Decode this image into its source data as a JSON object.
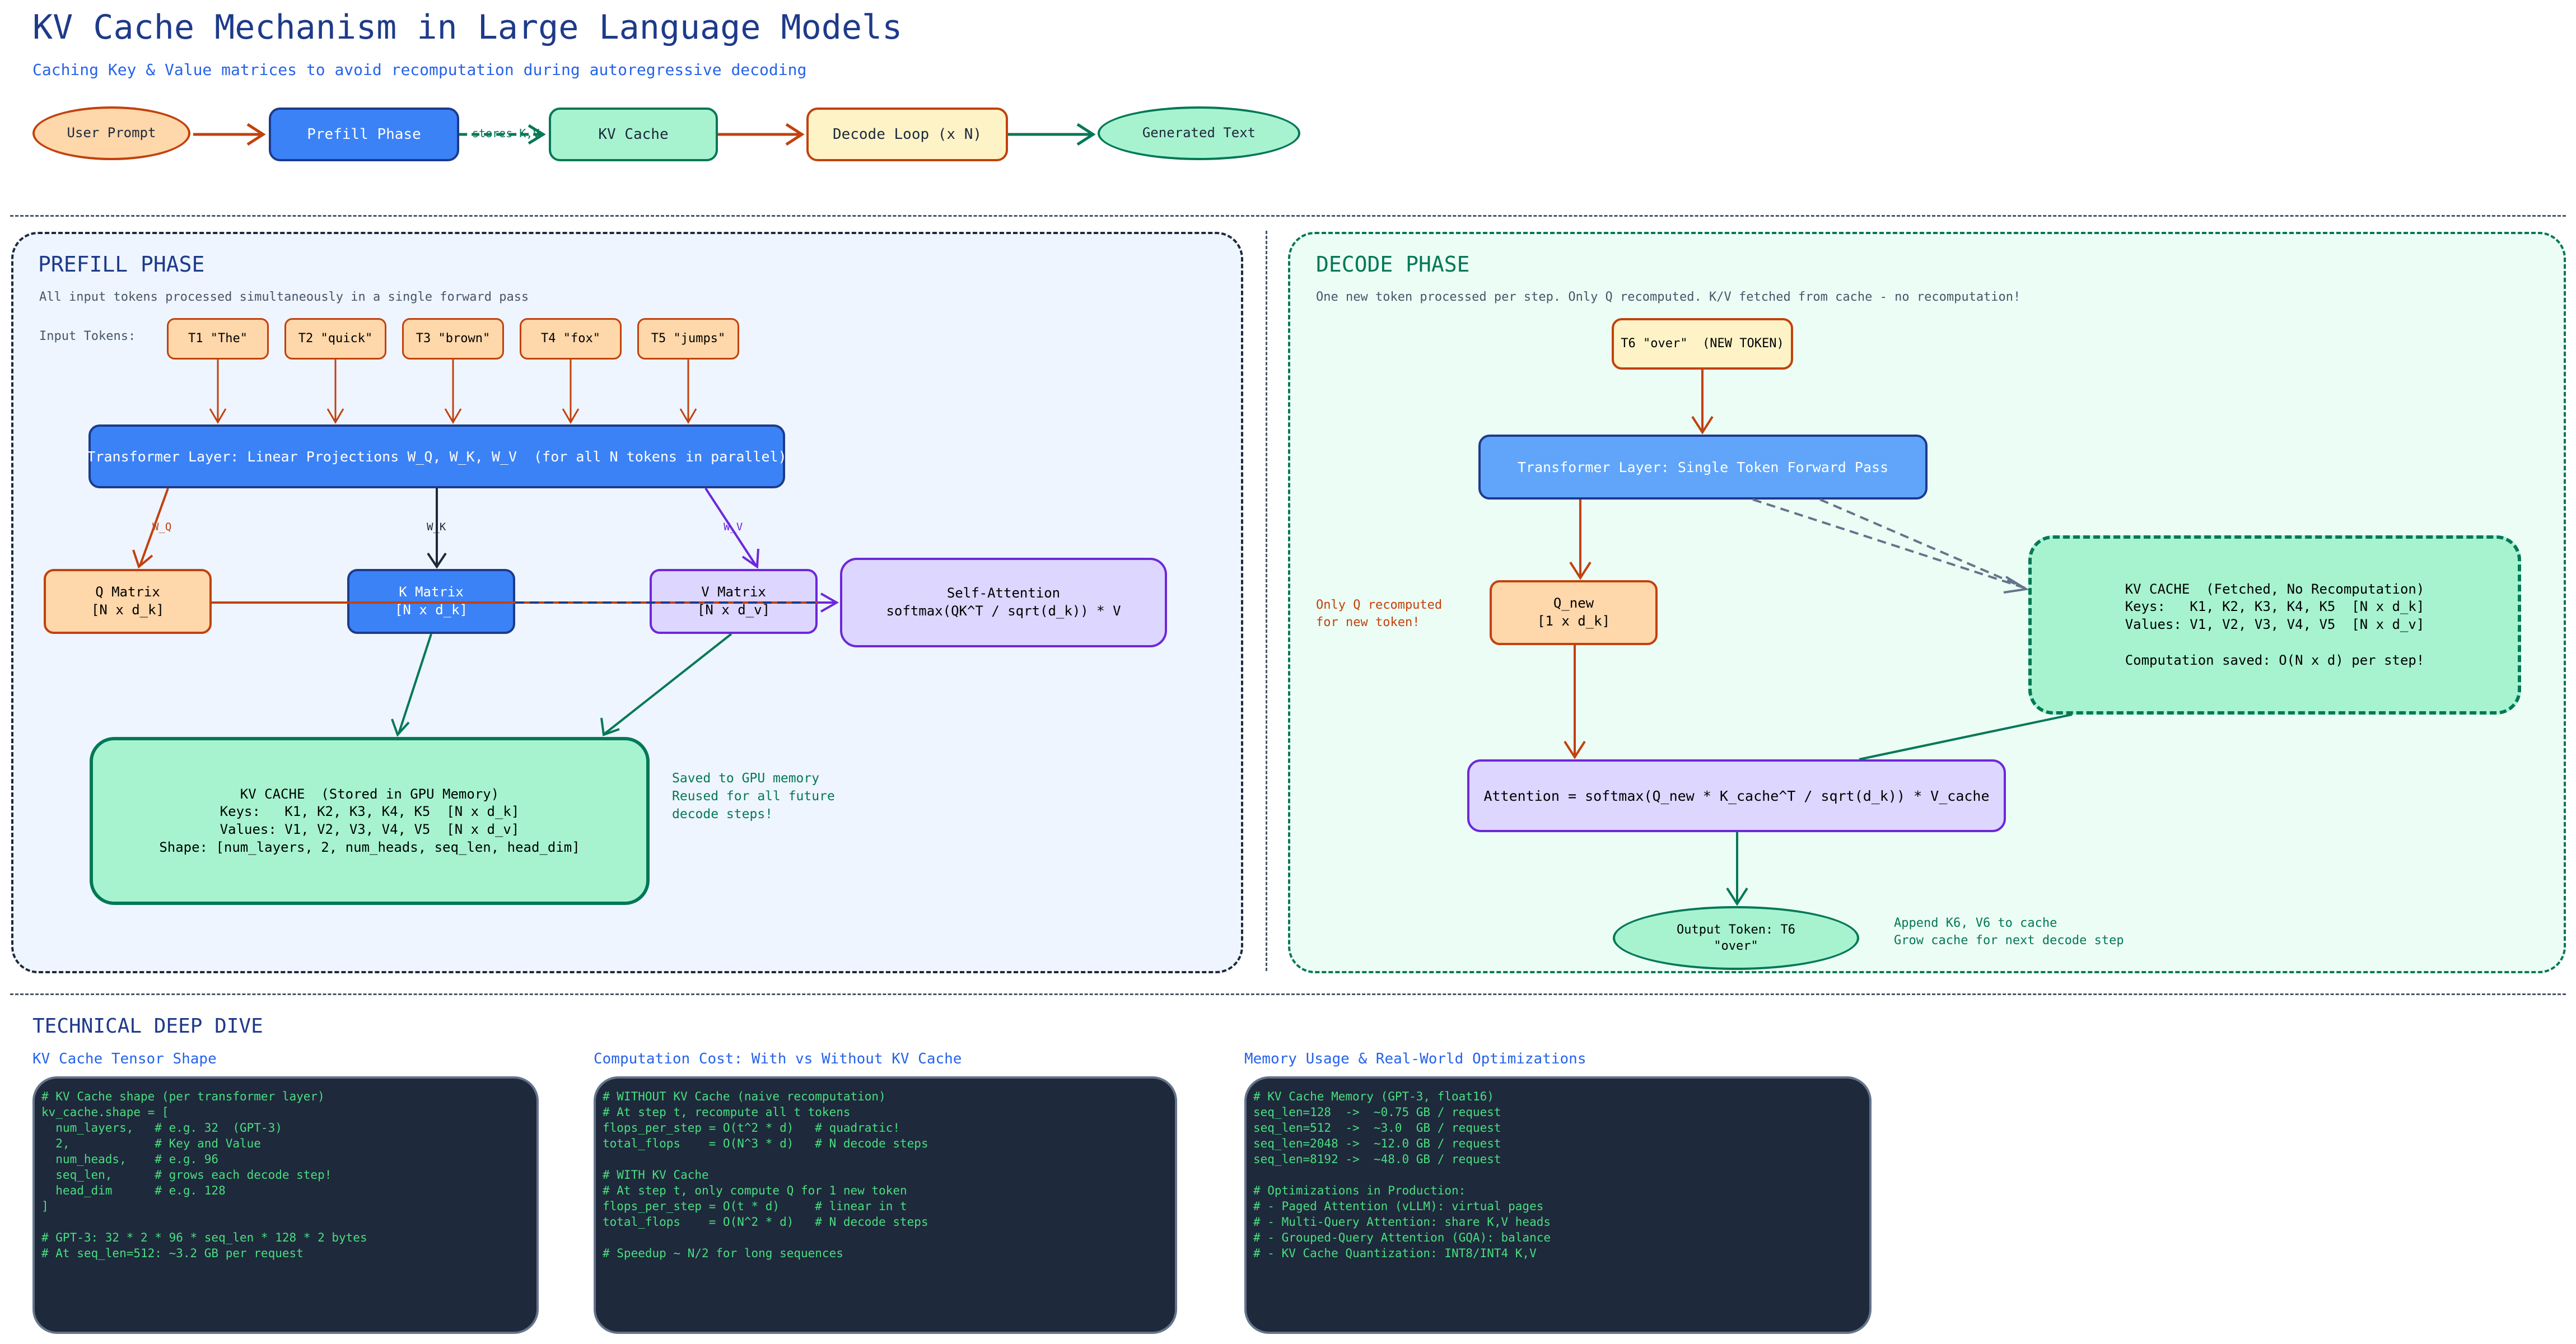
{
  "header": {
    "title": "KV Cache Mechanism in Large Language Models",
    "subtitle": "Caching Key & Value matrices to avoid recomputation during autoregressive decoding"
  },
  "overview": {
    "user_prompt": "User Prompt",
    "prefill_phase": "Prefill Phase",
    "stores_label": "stores K,V",
    "kv_cache": "KV Cache",
    "decode_loop": "Decode Loop (x N)",
    "generated_text": "Generated Text"
  },
  "prefill": {
    "title": "PREFILL PHASE",
    "note": "All input tokens processed simultaneously in a single forward pass",
    "input_tokens_label": "Input Tokens:",
    "tokens": [
      "T1 \"The\"",
      "T2 \"quick\"",
      "T3 \"brown\"",
      "T4 \"fox\"",
      "T5 \"jumps\""
    ],
    "transformer": "Transformer Layer: Linear Projections W_Q, W_K, W_V  (for all N tokens in parallel)",
    "wq": "W_Q",
    "wk": "W_K",
    "wv": "W_V",
    "q_matrix": "Q Matrix\n[N x d_k]",
    "k_matrix": "K Matrix\n[N x d_k]",
    "v_matrix": "V Matrix\n[N x d_v]",
    "self_attention": "Self-Attention\nsoftmax(QK^T / sqrt(d_k)) * V",
    "kv_cache": "KV CACHE  (Stored in GPU Memory)\nKeys:   K1, K2, K3, K4, K5  [N x d_k]\nValues: V1, V2, V3, V4, V5  [N x d_v]\nShape: [num_layers, 2, num_heads, seq_len, head_dim]",
    "saved_note": "Saved to GPU memory\nReused for all future\ndecode steps!"
  },
  "decode": {
    "title": "DECODE PHASE",
    "note": "One new token processed per step. Only Q recomputed. K/V fetched from cache - no recomputation!",
    "new_token": "T6 \"over\"  (NEW TOKEN)",
    "transformer": "Transformer Layer: Single Token Forward Pass",
    "q_new": "Q_new\n[1 x d_k]",
    "only_q_note": "Only Q recomputed\nfor new token!",
    "kv_cache": "KV CACHE  (Fetched, No Recomputation)\nKeys:   K1, K2, K3, K4, K5  [N x d_k]\nValues: V1, V2, V3, V4, V5  [N x d_v]\n\nComputation saved: O(N x d) per step!",
    "attention": "Attention = softmax(Q_new * K_cache^T / sqrt(d_k)) * V_cache",
    "output_token": "Output Token: T6\n\"over\"",
    "append_note": "Append K6, V6 to cache\nGrow cache for next decode step"
  },
  "deep_dive": {
    "title": "TECHNICAL DEEP DIVE",
    "tensor_shape": {
      "heading": "KV Cache Tensor Shape",
      "code": "# KV Cache shape (per transformer layer)\nkv_cache.shape = [\n  num_layers,   # e.g. 32  (GPT-3)\n  2,            # Key and Value\n  num_heads,    # e.g. 96\n  seq_len,      # grows each decode step!\n  head_dim      # e.g. 128\n]\n\n# GPT-3: 32 * 2 * 96 * seq_len * 128 * 2 bytes\n# At seq_len=512: ~3.2 GB per request"
    },
    "computation_cost": {
      "heading": "Computation Cost: With vs Without KV Cache",
      "code": "# WITHOUT KV Cache (naive recomputation)\n# At step t, recompute all t tokens\nflops_per_step = O(t^2 * d)   # quadratic!\ntotal_flops    = O(N^3 * d)   # N decode steps\n\n# WITH KV Cache\n# At step t, only compute Q for 1 new token\nflops_per_step = O(t * d)     # linear in t\ntotal_flops    = O(N^2 * d)   # N decode steps\n\n# Speedup ~ N/2 for long sequences"
    },
    "memory_usage": {
      "heading": "Memory Usage & Real-World Optimizations",
      "code": "# KV Cache Memory (GPT-3, float16)\nseq_len=128  ->  ~0.75 GB / request\nseq_len=512  ->  ~3.0  GB / request\nseq_len=2048 ->  ~12.0 GB / request\nseq_len=8192 ->  ~48.0 GB / request\n\n# Optimizations in Production:\n# - Paged Attention (vLLM): virtual pages\n# - Multi-Query Attention: share K,V heads\n# - Grouped-Query Attention (GQA): balance\n# - KV Cache Quantization: INT8/INT4 K,V"
    }
  },
  "colors": {
    "title": "#1e3a8a",
    "accent_blue": "#3b82f6",
    "orange_fill": "#fed7aa",
    "orange_stroke": "#c2410c",
    "green_fill": "#a7f3d0",
    "green_stroke": "#047857",
    "purple_fill": "#ddd6fe",
    "purple_stroke": "#6d28d9",
    "yellow_fill": "#fef3c7",
    "code_bg": "#1e293b",
    "code_text": "#4ade80"
  }
}
